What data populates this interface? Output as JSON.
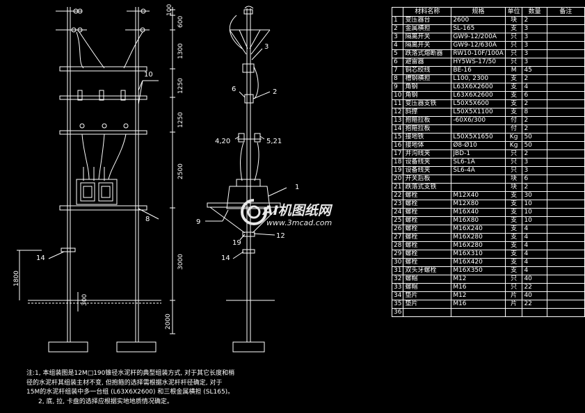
{
  "left_elevation": {
    "dimensions": [
      "100",
      "600",
      "1300",
      "1250",
      "1250",
      "2500",
      "3000",
      "2000"
    ],
    "dimension_1800": "1800",
    "dimension_300": "300",
    "labels": [
      "10",
      "8",
      "14"
    ]
  },
  "side_elevation": {
    "labels": [
      "3",
      "6",
      "2",
      "4,20",
      "5,21",
      "1",
      "9",
      "19",
      "12",
      "14"
    ]
  },
  "bom": {
    "headers": [
      "",
      "材料名称",
      "规格",
      "单位",
      "数量",
      "备注"
    ],
    "rows": [
      [
        "1",
        "变压器台",
        "2600",
        "块",
        "2",
        ""
      ],
      [
        "2",
        "金属横担",
        "SL-165",
        "支",
        "3",
        ""
      ],
      [
        "3",
        "隔离开关",
        "GW9-12/200A",
        "只",
        "3",
        ""
      ],
      [
        "4",
        "隔离开关",
        "GW9-12/630A",
        "只",
        "3",
        ""
      ],
      [
        "5",
        "跌落式熔断器",
        "RW10-10F/100A",
        "只",
        "3",
        ""
      ],
      [
        "6",
        "避雷器",
        "HY5WS-17/50",
        "只",
        "3",
        ""
      ],
      [
        "7",
        "铜芯绞线",
        "BE-16",
        "M",
        "45",
        ""
      ],
      [
        "8",
        "槽钢横担",
        "L100, 2300",
        "支",
        "2",
        ""
      ],
      [
        "9",
        "角钢",
        "L63X6X2600",
        "支",
        "4",
        ""
      ],
      [
        "10",
        "角钢",
        "L63X6X2600",
        "支",
        "6",
        ""
      ],
      [
        "11",
        "变压器支铁",
        "L50X5X600",
        "支",
        "2",
        ""
      ],
      [
        "12",
        "斜撑",
        "L50X5X1100",
        "支",
        "8",
        ""
      ],
      [
        "13",
        "抱箍拉板",
        "-60X6/300",
        "付",
        "2",
        ""
      ],
      [
        "14",
        "抱箍拉板",
        "",
        "付",
        "2",
        ""
      ],
      [
        "15",
        "接地铁",
        "L50X5X1650",
        "Kg",
        "50",
        ""
      ],
      [
        "16",
        "接地体",
        "Ø8-Ø10",
        "Kg",
        "50",
        ""
      ],
      [
        "17",
        "并沟线夹",
        "JBD-1",
        "只",
        "2",
        ""
      ],
      [
        "18",
        "设备线夹",
        "SL6-1A",
        "只",
        "3",
        ""
      ],
      [
        "19",
        "设备线夹",
        "SL6-4A",
        "只",
        "3",
        ""
      ],
      [
        "20",
        "开关后板",
        "",
        "块",
        "6",
        ""
      ],
      [
        "21",
        "跌落式支铁",
        "",
        "块",
        "2",
        ""
      ],
      [
        "22",
        "螺栓",
        "M12X40",
        "支",
        "30",
        ""
      ],
      [
        "23",
        "螺栓",
        "M12X80",
        "支",
        "10",
        ""
      ],
      [
        "24",
        "螺栓",
        "M16X40",
        "支",
        "10",
        ""
      ],
      [
        "25",
        "螺栓",
        "M16X80",
        "支",
        "10",
        ""
      ],
      [
        "26",
        "螺栓",
        "M16X240",
        "支",
        "4",
        ""
      ],
      [
        "27",
        "螺栓",
        "M16X280",
        "支",
        "4",
        ""
      ],
      [
        "28",
        "螺栓",
        "M16X280",
        "支",
        "4",
        ""
      ],
      [
        "29",
        "螺栓",
        "M16X310",
        "支",
        "4",
        ""
      ],
      [
        "30",
        "螺栓",
        "M16X420",
        "支",
        "4",
        ""
      ],
      [
        "31",
        "双头牙螺栓",
        "M16X350",
        "支",
        "4",
        ""
      ],
      [
        "32",
        "螺帽",
        "M12",
        "只",
        "40",
        ""
      ],
      [
        "33",
        "螺帽",
        "M16",
        "只",
        "22",
        ""
      ],
      [
        "34",
        "垫片",
        "M12",
        "片",
        "40",
        ""
      ],
      [
        "35",
        "垫片",
        "M16",
        "片",
        "22",
        ""
      ],
      [
        "36",
        "",
        "",
        "",
        "",
        ""
      ]
    ]
  },
  "notes": [
    "注:1, 本组装图是12M□190锥径水泥杆的典型组装方式, 对于其它长度和梢",
    "径的水泥杆其组装主材不变, 但抱箍的选择需根据水泥杆杆径确定, 对于",
    "15M的水泥杆组装中多一台组 (L63X6X2600) 和三根金属横担 (SL165)。",
    "2, 底, 拉, 卡盘的选择应根据实地地质情况确定。"
  ],
  "watermark": {
    "brand": "AI机图纸网",
    "url": "www.3mcad.com"
  }
}
